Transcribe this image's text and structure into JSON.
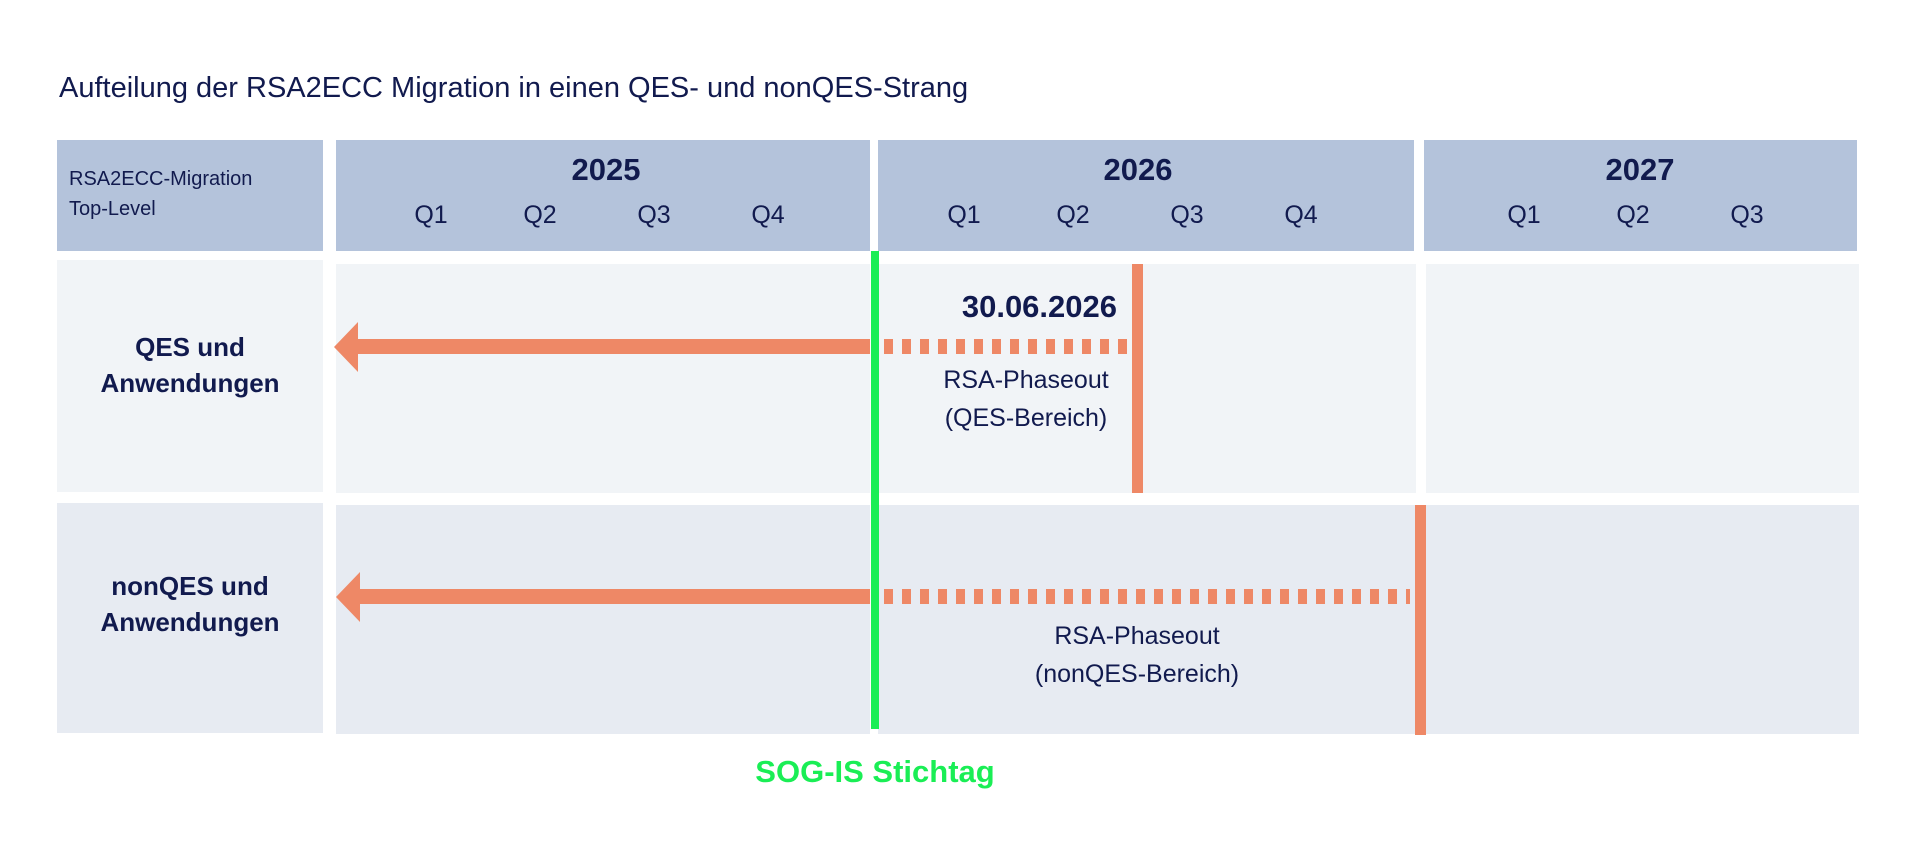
{
  "title": "Aufteilung der RSA2ECC Migration in einen QES- und nonQES-Strang",
  "header": {
    "top_label_line1": "RSA2ECC-Migration",
    "top_label_line2": "Top-Level",
    "years": [
      {
        "year": "2025",
        "quarters": [
          "Q1",
          "Q2",
          "Q3",
          "Q4"
        ]
      },
      {
        "year": "2026",
        "quarters": [
          "Q1",
          "Q2",
          "Q3",
          "Q4"
        ]
      },
      {
        "year": "2027",
        "quarters": [
          "Q1",
          "Q2",
          "Q3"
        ]
      }
    ]
  },
  "rows": [
    {
      "label_line1": "QES und",
      "label_line2": "Anwendungen",
      "deadline_date": "30.06.2026",
      "note_line1": "RSA-Phaseout",
      "note_line2": "(QES-Bereich)"
    },
    {
      "label_line1": "nonQES und",
      "label_line2": "Anwendungen",
      "note_line1": "RSA-Phaseout",
      "note_line2": "(nonQES-Bereich)"
    }
  ],
  "milestone": {
    "label": "SOG-IS Stichtag"
  },
  "colors": {
    "header": "#b4c3db",
    "row1": "#f1f4f7",
    "row2": "#e7ebf2",
    "text": "#111a4e",
    "orange": "#ee8866",
    "green": "#1aee55"
  }
}
